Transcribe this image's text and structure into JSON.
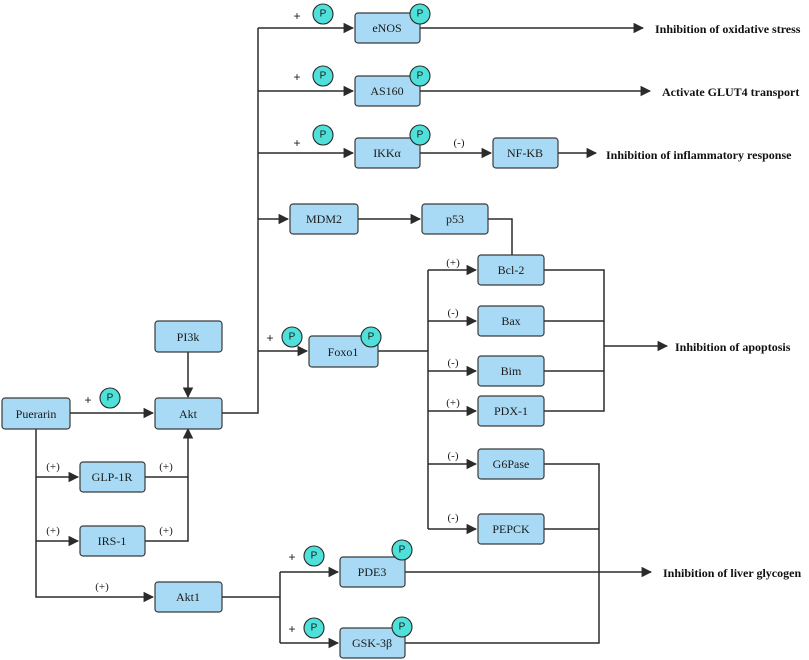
{
  "nodes": {
    "enos": "eNOS",
    "as160": "AS160",
    "ikka": "IKKα",
    "nfkb": "NF-KB",
    "mdm2": "MDM2",
    "p53": "p53",
    "bcl2": "Bcl-2",
    "bax": "Bax",
    "bim": "Bim",
    "pdx1": "PDX-1",
    "g6pase": "G6Pase",
    "pepck": "PEPCK",
    "pi3k": "PI3k",
    "akt": "Akt",
    "foxo1": "Foxo1",
    "puerarin": "Puerarin",
    "glp1r": "GLP-1R",
    "irs1": "IRS-1",
    "akt1": "Akt1",
    "pde3": "PDE3",
    "gsk3b": "GSK-3β"
  },
  "phospho_label": "P",
  "plus_sign": "+",
  "signs": {
    "pos": "(+)",
    "neg": "(-)"
  },
  "outcomes": {
    "oxidative": "Inhibition of oxidative stress",
    "glut4": "Activate GLUT4 transport",
    "inflammatory": "Inhibition of inflammatory response",
    "apoptosis": "Inhibition of apoptosis",
    "glycogen": "Inhibition of liver glycogen"
  }
}
